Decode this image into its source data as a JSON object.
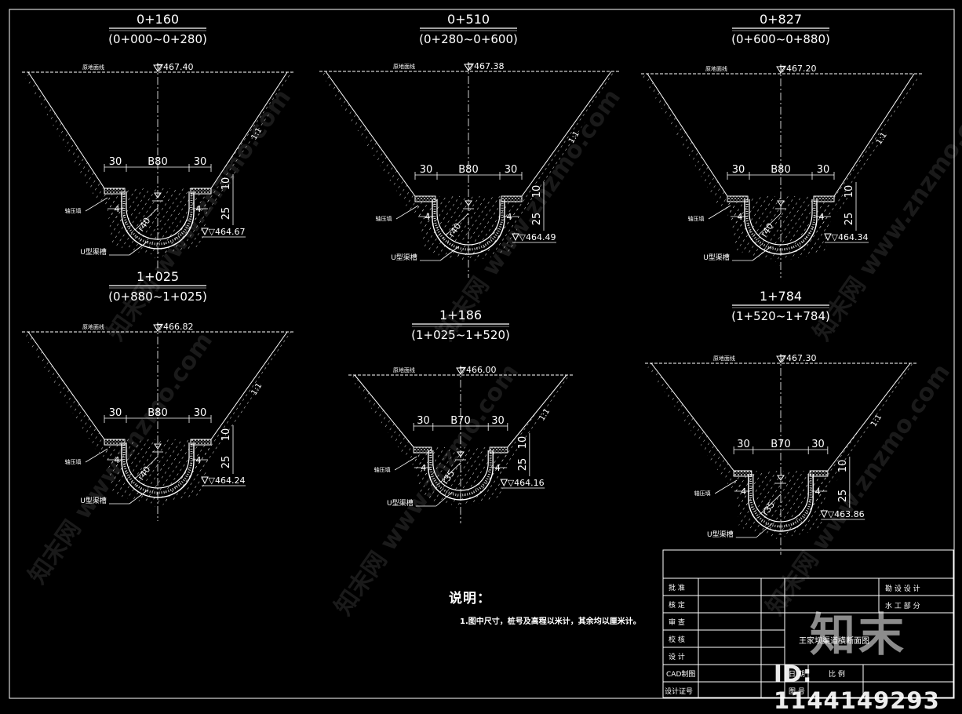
{
  "sections": [
    {
      "station": "0+160",
      "range": "(0+000~0+280)",
      "top_elev": "▽467.40",
      "bottom_elev": "▽464.67",
      "left_dim": "30",
      "width_label": "B80",
      "right_dim": "30",
      "depth_label": "25",
      "cap_label": "10",
      "radius_label": "r40",
      "wall_left": "4",
      "wall_right": "4",
      "slope": "1:1",
      "ground_label": "原地面线",
      "fill_label": "轴压填",
      "channel_label": "U型渠槽"
    },
    {
      "station": "0+510",
      "range": "(0+280~0+600)",
      "top_elev": "▽467.38",
      "bottom_elev": "▽464.49",
      "left_dim": "30",
      "width_label": "B80",
      "right_dim": "30",
      "depth_label": "25",
      "cap_label": "10",
      "radius_label": "r40",
      "wall_left": "4",
      "wall_right": "4",
      "slope": "1:1",
      "ground_label": "原地面线",
      "fill_label": "轴压填",
      "channel_label": "U型渠槽"
    },
    {
      "station": "0+827",
      "range": "(0+600~0+880)",
      "top_elev": "▽467.20",
      "bottom_elev": "▽464.34",
      "left_dim": "30",
      "width_label": "B80",
      "right_dim": "30",
      "depth_label": "25",
      "cap_label": "10",
      "radius_label": "r40",
      "wall_left": "4",
      "wall_right": "4",
      "slope": "1:1",
      "ground_label": "原地面线",
      "fill_label": "轴压填",
      "channel_label": "U型渠槽"
    },
    {
      "station": "1+025",
      "range": "(0+880~1+025)",
      "top_elev": "▽466.82",
      "bottom_elev": "▽464.24",
      "left_dim": "30",
      "width_label": "B80",
      "right_dim": "30",
      "depth_label": "25",
      "cap_label": "10",
      "radius_label": "r40",
      "wall_left": "4",
      "wall_right": "4",
      "slope": "1:1",
      "ground_label": "原地面线",
      "fill_label": "轴压填",
      "channel_label": "U型渠槽"
    },
    {
      "station": "1+186",
      "range": "(1+025~1+520)",
      "top_elev": "▽466.00",
      "bottom_elev": "▽464.16",
      "left_dim": "30",
      "width_label": "B70",
      "right_dim": "30",
      "depth_label": "25",
      "cap_label": "10",
      "radius_label": "r35",
      "wall_left": "4",
      "wall_right": "4",
      "slope": "1:1",
      "ground_label": "原地面线",
      "fill_label": "轴压填",
      "channel_label": "U型渠槽"
    },
    {
      "station": "1+784",
      "range": "(1+520~1+784)",
      "top_elev": "▽467.30",
      "bottom_elev": "▽463.86",
      "left_dim": "30",
      "width_label": "B70",
      "right_dim": "30",
      "depth_label": "25",
      "cap_label": "10",
      "radius_label": "r35",
      "wall_left": "4",
      "wall_right": "4",
      "slope": "1:1",
      "ground_label": "原地面线",
      "fill_label": "轴压填",
      "channel_label": "U型渠槽"
    }
  ],
  "notes": {
    "title": "说明：",
    "line1": "1.图中尺寸，桩号及高程以米计，其余均以厘米计。"
  },
  "title_block": {
    "approve": "批 准",
    "check": "核 定",
    "review": "审 查",
    "verify": "校 核",
    "design": "设 计",
    "cad": "CAD制图",
    "cert": "设计证号",
    "stage_label": "勘 设  设 计",
    "dept_label": "水 工  部 分",
    "drawing_title": "王家坝渠道横断面图",
    "date_label": "日 期",
    "scale_label": "比 例",
    "drawing_no_label": "图 号"
  },
  "watermark": {
    "text": "知末网 www.znzmo.com",
    "logo": "知末",
    "id": "ID: 1144149293"
  },
  "colors": {
    "line": "#ffffff",
    "background": "#000000"
  }
}
